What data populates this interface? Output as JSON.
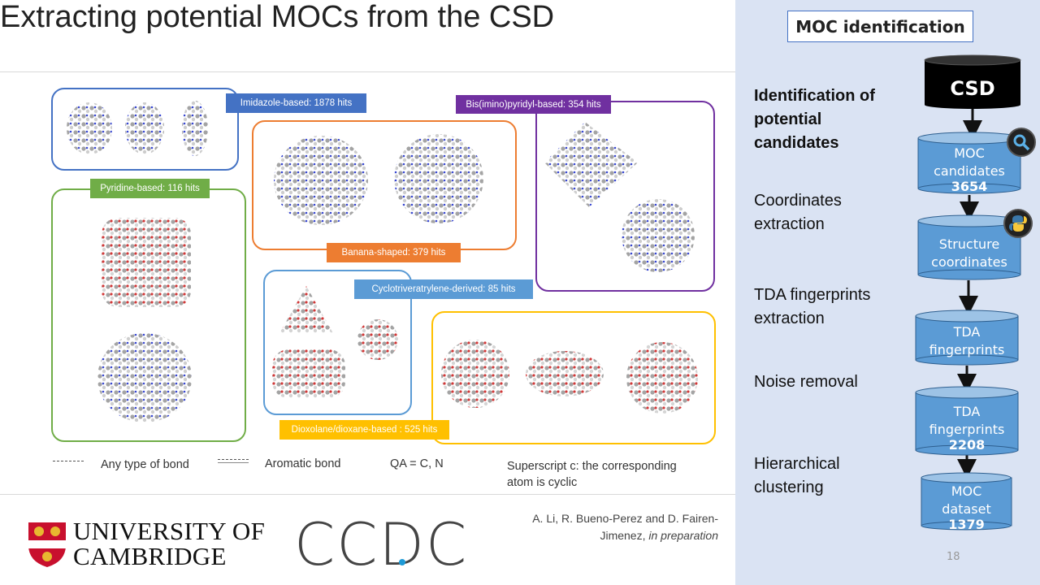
{
  "slide": {
    "title": "Extracting potential MOCs from the CSD",
    "page_number": "18"
  },
  "groups": [
    {
      "label": "Imidazole-based: 1878 hits",
      "color": "#4472c4"
    },
    {
      "label": "Pyridine-based: 116 hits",
      "color": "#70ad47"
    },
    {
      "label": "Banana-shaped: 379 hits",
      "color": "#ed7d31"
    },
    {
      "label": "Bis(imino)pyridyl-based: 354 hits",
      "color": "#7030a0"
    },
    {
      "label": "Cyclotriveratrylene-derived:  85 hits",
      "color": "#5b9bd5"
    },
    {
      "label": "Dioxolane/dioxane-based : 525 hits",
      "color": "#ffc000"
    }
  ],
  "legend": {
    "any_bond": "Any type of bond",
    "aromatic_bond": "Aromatic bond",
    "qa": "QA = C, N",
    "superscript_line1": "Superscript c: the corresponding",
    "superscript_line2": "atom is cyclic"
  },
  "footer": {
    "cambridge_logo": "UNIVERSITY OF CAMBRIDGE",
    "ccdc_logo": "CCDC",
    "citation_authors_1": "A. Li, R. Bueno-Perez and D. Fairen-",
    "citation_authors_2": "Jimenez, ",
    "citation_status": "in preparation"
  },
  "panel": {
    "heading": "MOC identification",
    "steps": [
      {
        "line1": "Identification of",
        "line2": "potential",
        "line3": "candidates"
      },
      {
        "line1": "Coordinates",
        "line2": "extraction"
      },
      {
        "line1": "TDA fingerprints",
        "line2": "extraction"
      },
      {
        "line1": "Noise removal"
      },
      {
        "line1": "Hierarchical",
        "line2": "clustering"
      }
    ],
    "pipeline": [
      {
        "line1": "CSD"
      },
      {
        "line1": "MOC",
        "line2": "candidates",
        "count": "3654",
        "badge": "search-icon"
      },
      {
        "line1": "Structure",
        "line2": "coordinates",
        "badge": "python-icon"
      },
      {
        "line1": "TDA",
        "line2": "fingerprints"
      },
      {
        "line1": "TDA",
        "line2": "fingerprints",
        "count": "2208"
      },
      {
        "line1": "MOC",
        "line2": "dataset",
        "count": "1379"
      }
    ],
    "colors": {
      "background": "#dae3f3",
      "cylinder": "#5b9bd5",
      "csd": "#000000"
    }
  }
}
